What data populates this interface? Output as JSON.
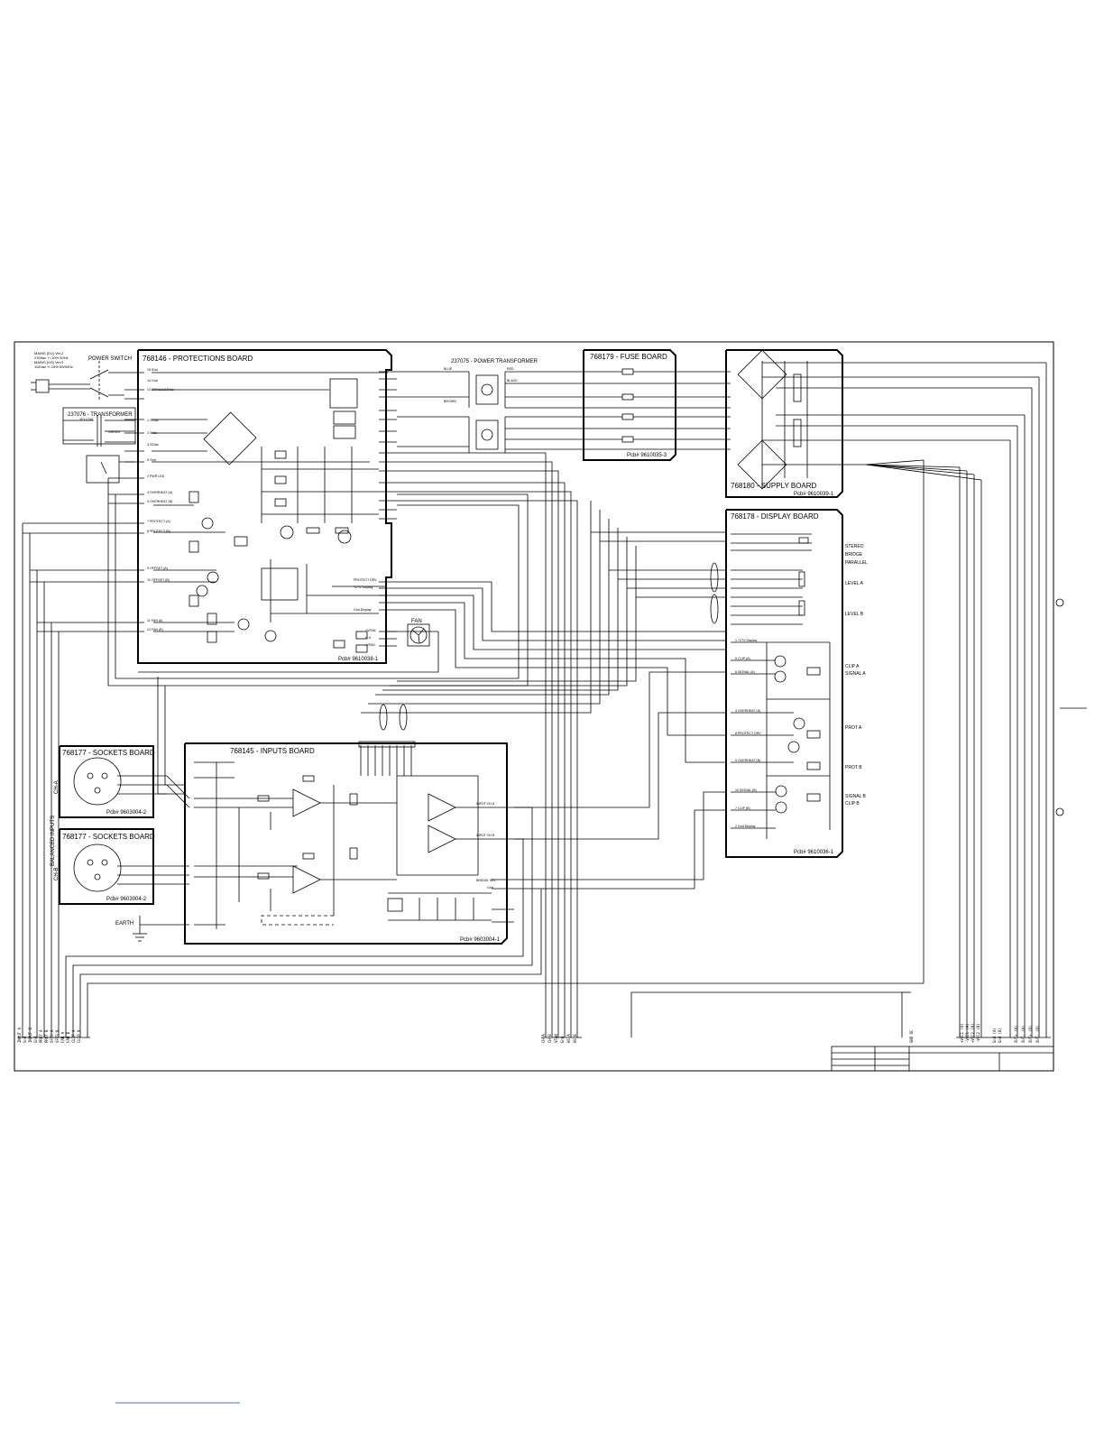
{
  "boards": {
    "protections": {
      "title": "768146 - PROTECTIONS BOARD",
      "pcb": "Pcb# 9610038-1"
    },
    "power_transformer": {
      "title": "237075 - POWER TRANSFORMER"
    },
    "fuse": {
      "title": "768179 - FUSE BOARD",
      "pcb": "Pcb# 9610035-3"
    },
    "supply": {
      "title": "768180 - SUPPLY BOARD",
      "pcb": "Pcb# 9610039-1"
    },
    "display": {
      "title": "768178 - DISPLAY BOARD",
      "pcb": "Pcb# 9610036-1"
    },
    "inputs": {
      "title": "768145 - INPUTS BOARD",
      "pcb": "Pcb# 9603004-1"
    },
    "sockets_a": {
      "title": "768177 - SOCKETS BOARD",
      "pcb": "Pcb# 9603004-2"
    },
    "sockets_b": {
      "title": "768177 - SOCKETS BOARD",
      "pcb": "Pcb# 9603004-2"
    }
  },
  "labels": {
    "power_switch": "POWER SWITCH",
    "transformer": "237076 - TRANSFORMER",
    "fan": "FAN",
    "earth": "EARTH",
    "balanced_inputs": "BALANCED INPUTS",
    "ch_a": "CH-A",
    "ch_b": "CH-B",
    "mains": [
      "MAINS (EU) Ver.2",
      "230Vac +/-10% 50Hz",
      "MAINS (US) Ver.3",
      "115Vac +/-15% 60/50Hz"
    ]
  },
  "display_labels": [
    "STEREO",
    "BRIDGE",
    "PARALLEL",
    "LEVEL A",
    "LEVEL B",
    "CLIP A",
    "SIGNAL A",
    "PROT A",
    "PROT B",
    "SIGNAL B",
    "CLIP B"
  ],
  "protection_pins": [
    "15 IDcc",
    "14 Gnd",
    "13 230Vac/115Vac",
    "1 22Vac",
    "2 0Vac",
    "3 22Vac",
    "5 Gnd",
    "2 PWR LED",
    "4 OVERHEAT (A)",
    "5 OVERHEAT (B)",
    "7 PROTECT (A)",
    "8 PROTECT (B)",
    "9 OFFSET (A)",
    "10 OFFSET (B)",
    "11 FAN (A)",
    "12 FAN (B)"
  ],
  "protection_right_pins": [
    "PROTECT DRV",
    "+27V Display",
    "Gnd Display",
    "+VFAN",
    "H.S.",
    "-VFAN"
  ],
  "display_pins": [
    "1 +27V Display",
    "5 CLIP (A)",
    "6 SIGNAL (A)",
    "4 OVERHEAT (A)",
    "8 PROTECT DRV",
    "9 OVERHEAT (B)",
    "10 SIGNAL (B)",
    "7 CLIP (B)",
    "2 Gnd Display"
  ],
  "inputs_pins": [
    "INPUT CH A",
    "INPUT CH B",
    "BRIDGE SEL",
    "Gnd"
  ],
  "wire_colors": [
    "BLUE",
    "RED",
    "BLACK",
    "BROWN",
    "YELLOW",
    "GREEN"
  ],
  "bottom_labels_left": [
    "INPUT A",
    "Gnd",
    "INPUT B",
    "Gnd",
    "PROT A",
    "PROT B",
    "OFFS A",
    "OFFS B",
    "FAN A",
    "FAN B",
    "CLIP A",
    "CLIP B"
  ],
  "bottom_labels_mid": [
    "CH-A",
    "CH-B",
    "VFAN",
    "Gnd",
    "HS A",
    "HS B"
  ],
  "bottom_label_single": "GND DC",
  "bottom_labels_right": [
    "+VCC1 (A)",
    "-VCC1 (A)",
    "+VCC2 (B)",
    "-VCC2 (B)",
    "Gnd (A)",
    "Gnd (B)",
    "OUT+ (A)",
    "OUT- (A)",
    "OUT+ (B)",
    "OUT- (B)"
  ]
}
